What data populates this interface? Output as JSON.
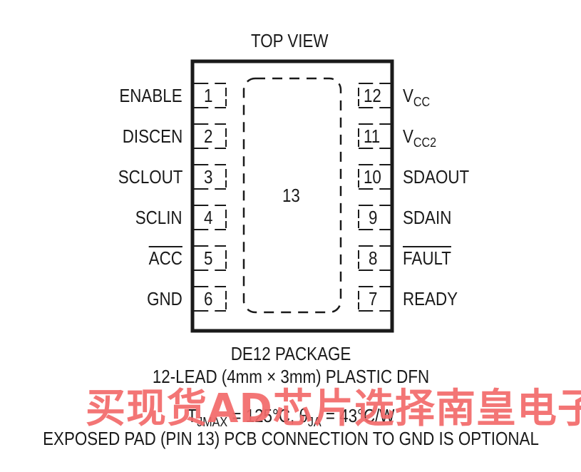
{
  "title": "TOP VIEW",
  "exposed_pad_label": "13",
  "left_pins": [
    {
      "num": "1",
      "name": "ENABLE",
      "overbar": false
    },
    {
      "num": "2",
      "name": "DISCEN",
      "overbar": false
    },
    {
      "num": "3",
      "name": "SCLOUT",
      "overbar": false
    },
    {
      "num": "4",
      "name": "SCLIN",
      "overbar": false
    },
    {
      "num": "5",
      "name": "ACC",
      "overbar": true
    },
    {
      "num": "6",
      "name": "GND",
      "overbar": false
    }
  ],
  "right_pins": [
    {
      "num": "12",
      "name": "V",
      "sub": "CC",
      "overbar": false
    },
    {
      "num": "11",
      "name": "V",
      "sub": "CC2",
      "overbar": false
    },
    {
      "num": "10",
      "name": "SDAOUT",
      "overbar": false
    },
    {
      "num": "9",
      "name": "SDAIN",
      "overbar": false
    },
    {
      "num": "8",
      "name": "FAULT",
      "overbar": true
    },
    {
      "num": "7",
      "name": "READY",
      "overbar": false
    }
  ],
  "caption": {
    "package": "DE12 PACKAGE",
    "lead": "12-LEAD (4mm × 3mm) PLASTIC DFN",
    "thermal_t": "T",
    "thermal_t_sub": "JMAX",
    "thermal_t_value": " = 125°C, θ",
    "thermal_theta_sub": "JA",
    "thermal_theta_value": " = 43°C/W",
    "exposed": "EXPOSED PAD (PIN 13) PCB CONNECTION TO GND IS OPTIONAL"
  },
  "watermark": "买现货AD芯片选择南皇电子",
  "colors": {
    "ink": "#1a1a1a",
    "watermark": "#f26a6a"
  }
}
